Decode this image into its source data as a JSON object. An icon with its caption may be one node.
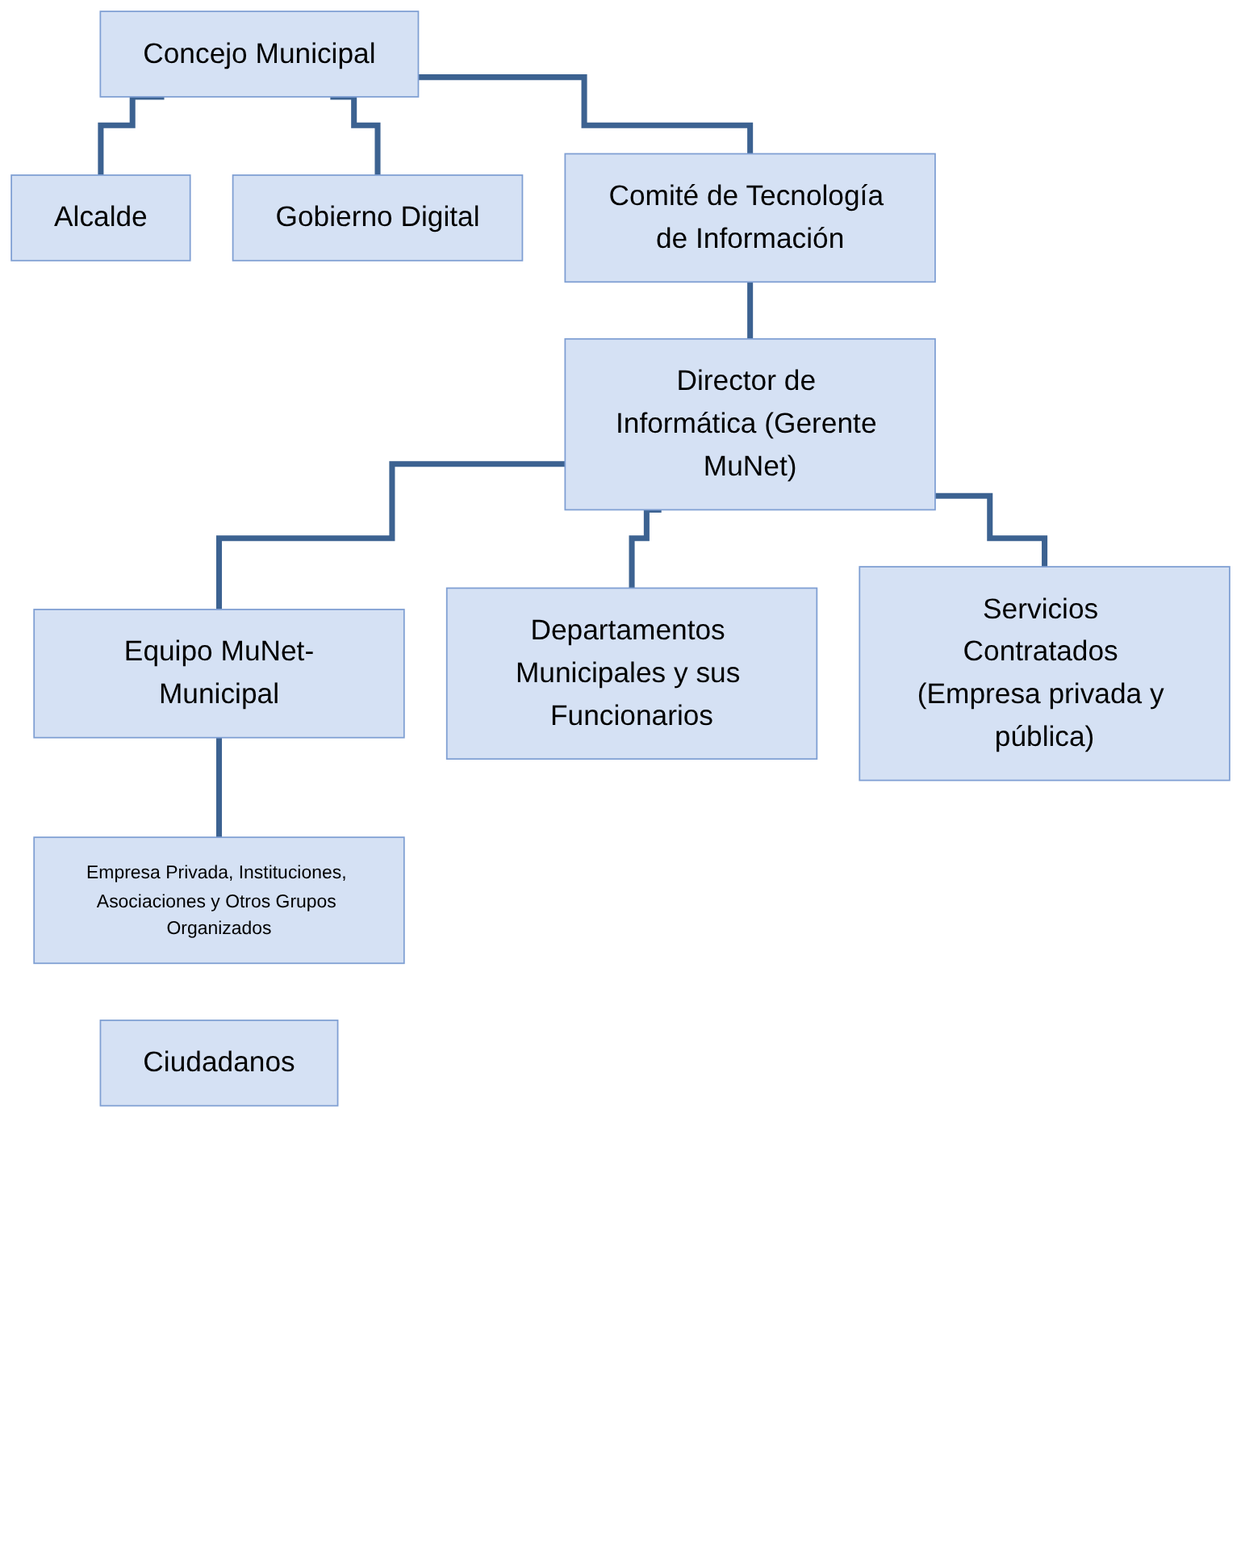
{
  "diagram": {
    "nodes": [
      {
        "text": [
          "Concejo Municipal"
        ]
      },
      {
        "text": [
          "Alcalde"
        ]
      },
      {
        "text": [
          "Gobierno Digital"
        ]
      },
      {
        "text": [
          "Comité de Tecnología de Información"
        ]
      },
      {
        "text": [
          "Director de Informática (Gerente MuNet)"
        ]
      },
      {
        "text": [
          "Equipo MuNet-Municipal"
        ]
      },
      {
        "text": [
          "Departamentos Municipales y sus Funcionarios"
        ]
      },
      {
        "text": [
          "Servicios Contratados (Empresa privada y pública)"
        ]
      },
      {
        "text": [
          "Empresa Privada, Instituciones, Asociaciones y Otros Grupos Organizados"
        ]
      },
      {
        "text": [
          "Ciudadanos"
        ]
      }
    ],
    "edges": [
      {
        "from": 0,
        "to": 1,
        "arrow": "none"
      },
      {
        "from": 0,
        "to": 2,
        "arrow": "none"
      },
      {
        "from": 0,
        "to": 3,
        "arrow": "none"
      },
      {
        "from": 3,
        "to": 4,
        "arrow": "none"
      },
      {
        "from": 4,
        "to": 5,
        "arrow": "none"
      },
      {
        "from": 4,
        "to": 6,
        "arrow": "none"
      },
      {
        "from": 4,
        "to": 7,
        "arrow": "none"
      },
      {
        "from": 5,
        "to": 8,
        "arrow": "none"
      }
    ]
  }
}
